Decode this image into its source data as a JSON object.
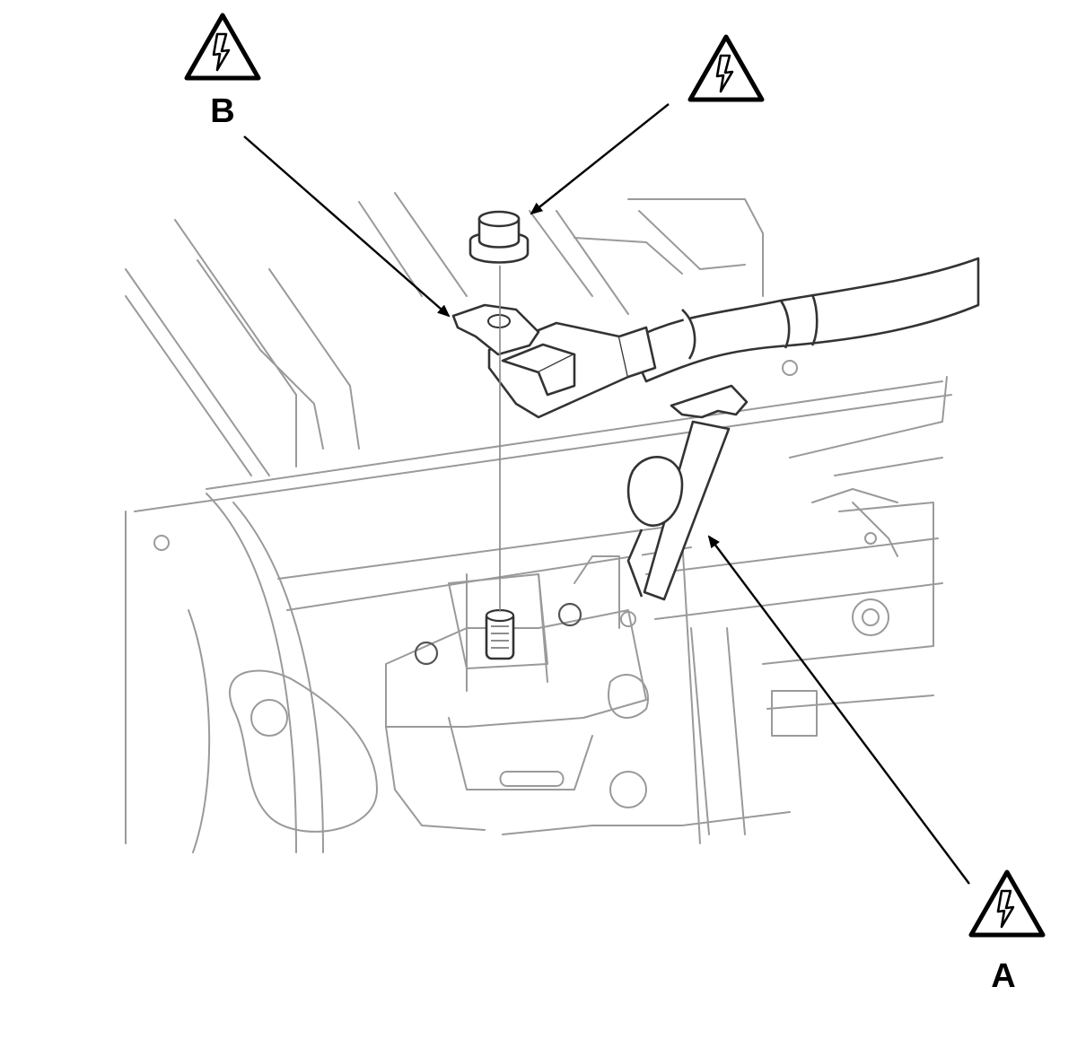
{
  "diagram": {
    "callouts": [
      {
        "id": "B",
        "label": "B",
        "icon": "electrical-hazard-icon"
      },
      {
        "id": "nut",
        "label": "",
        "icon": "electrical-hazard-icon"
      },
      {
        "id": "A",
        "label": "A",
        "icon": "electrical-hazard-icon"
      }
    ],
    "colors": {
      "line_art": "#9a9a9a",
      "part_outline": "#333333",
      "leader": "#000000",
      "background": "#ffffff"
    }
  }
}
